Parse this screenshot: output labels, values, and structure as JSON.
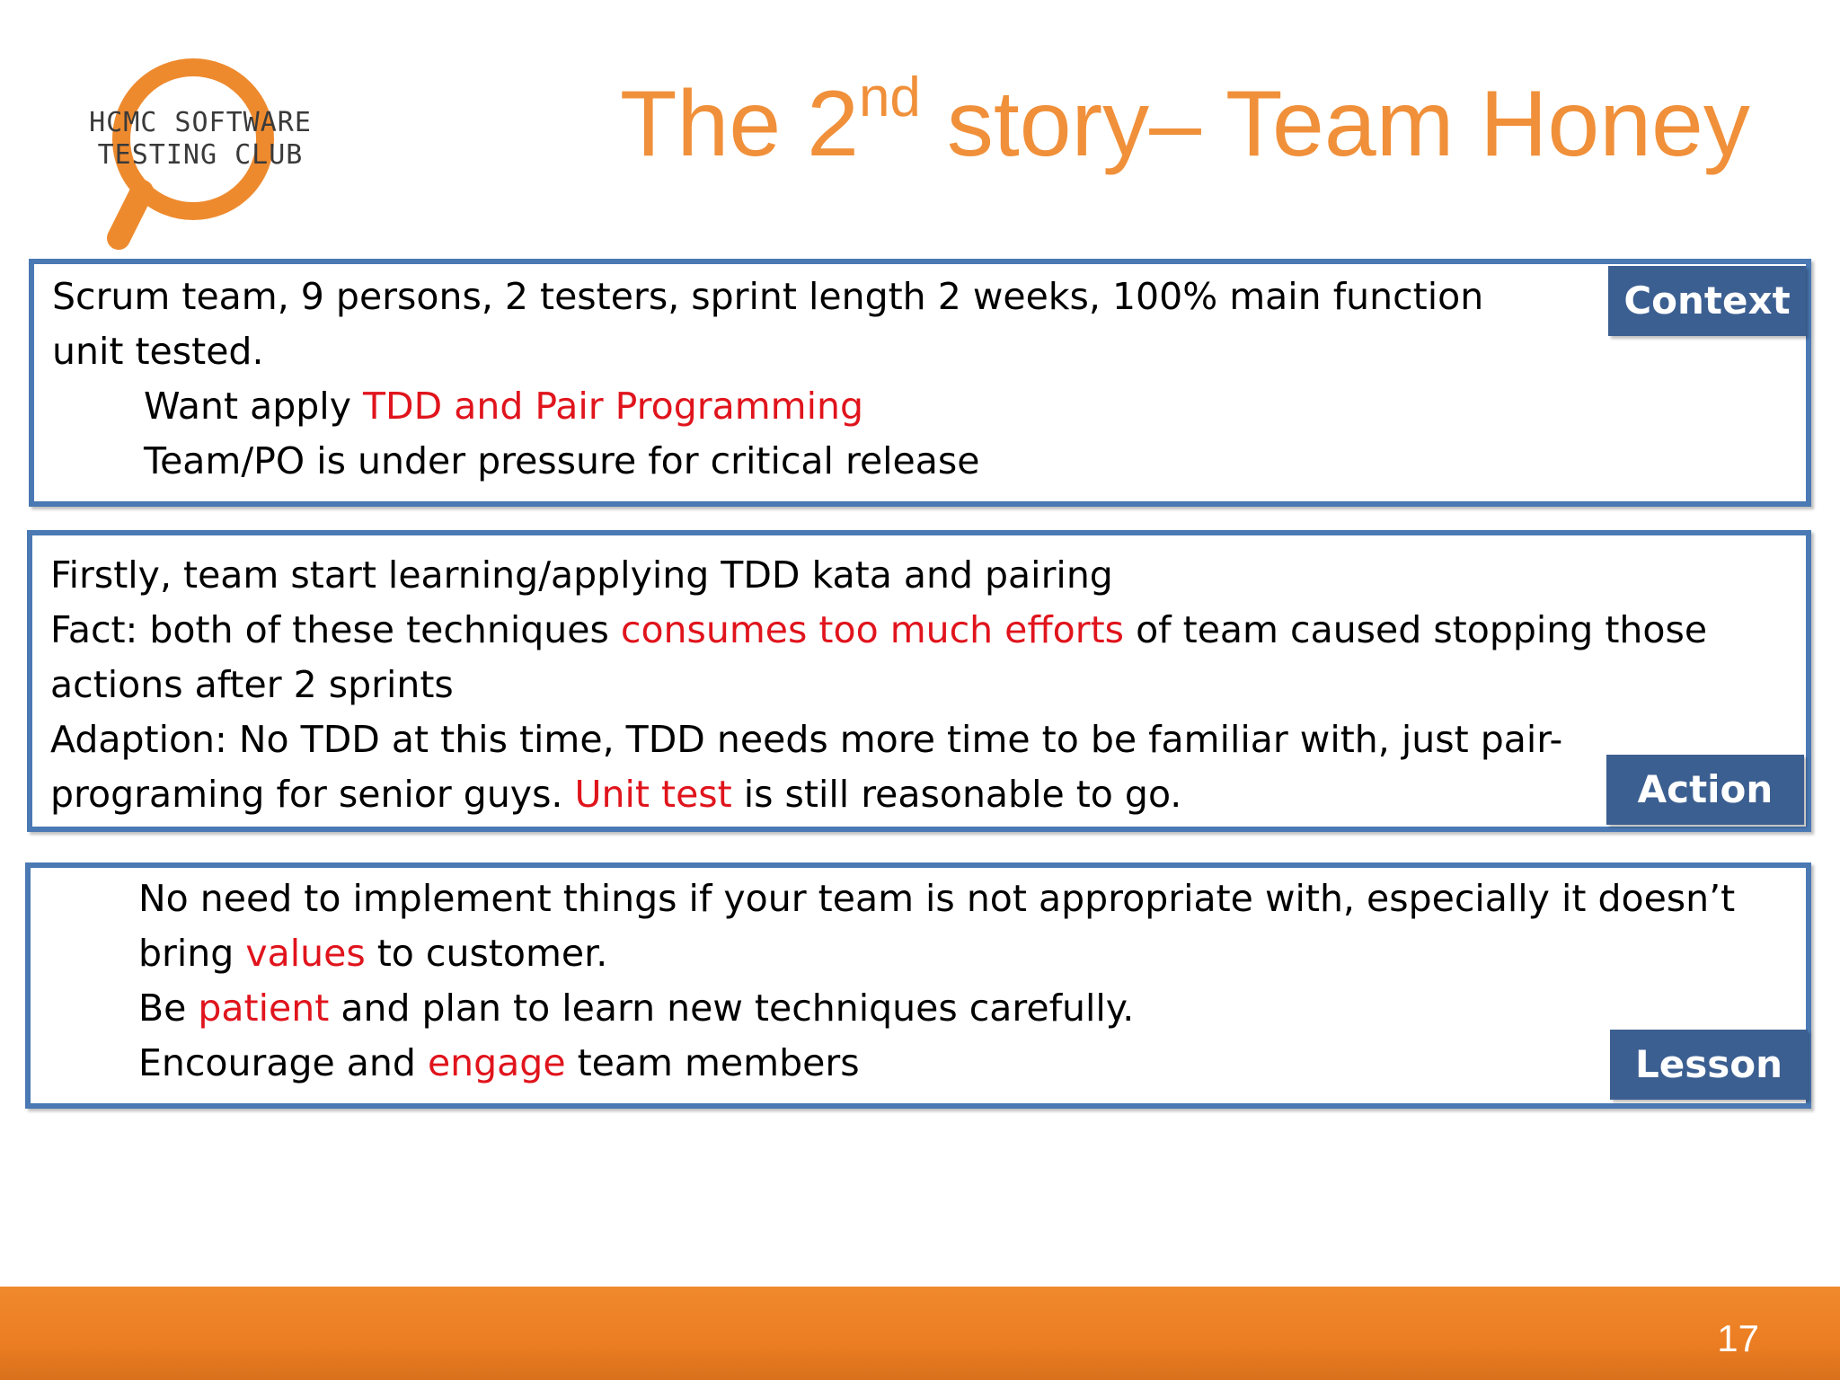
{
  "logo": {
    "line1": "HCMC SOFTWARE",
    "line2": "TESTING CLUB"
  },
  "title": {
    "pre": "The 2",
    "sup": "nd",
    "post": " story– Team Honey"
  },
  "context": {
    "tag": "Context",
    "line1": "Scrum team, 9 persons, 2 testers, sprint length 2 weeks, 100% main function",
    "line2": "unit tested.",
    "line3_pre": "Want apply ",
    "line3_hl": "TDD and Pair Programming",
    "line4": "Team/PO is under pressure for critical release"
  },
  "action": {
    "tag": "Action",
    "line1": "Firstly, team start learning/applying TDD kata and pairing",
    "line2_pre": "Fact: both of these techniques ",
    "line2_hl": "consumes too much efforts",
    "line2_post": " of team caused stopping those",
    "line3": "actions after 2 sprints",
    "line4": "Adaption: No TDD at this time, TDD needs more time to be familiar with, just pair-",
    "line5_pre": "programing for senior guys. ",
    "line5_hl": "Unit test",
    "line5_post": " is still reasonable to go."
  },
  "lesson": {
    "tag": "Lesson",
    "line1": "No need to implement things if your team is not appropriate with, especially it doesn’t",
    "line2_pre": "bring ",
    "line2_hl": "values",
    "line2_post": " to customer.",
    "line3_pre": "Be ",
    "line3_hl": "patient",
    "line3_post": " and plan to learn new techniques carefully.",
    "line4_pre": "Encourage and ",
    "line4_hl": "engage",
    "line4_post": " team members"
  },
  "footer": {
    "page_number": "17"
  },
  "colors": {
    "title": "#f0903a",
    "border": "#4a79b4",
    "tag_bg": "#3c5f91",
    "highlight": "#e0141c",
    "footer": "#ec7d22"
  }
}
